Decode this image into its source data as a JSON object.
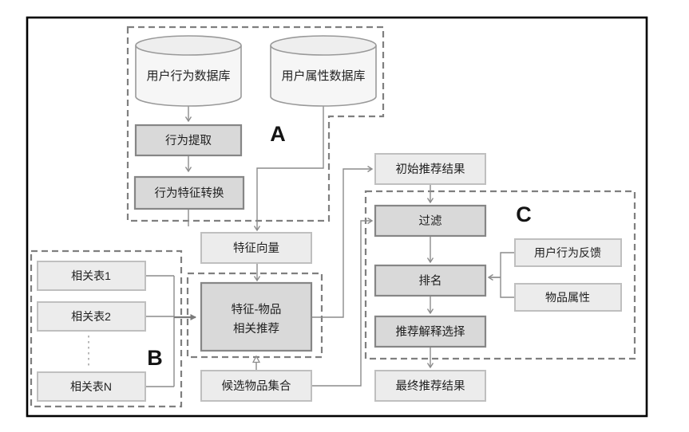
{
  "diagram": {
    "labels": {
      "a": "A",
      "b": "B",
      "c": "C"
    },
    "nodes": {
      "user_behavior_db": "用户行为数据库",
      "user_attr_db": "用户属性数据库",
      "behavior_extract": "行为提取",
      "behavior_feature_convert": "行为特征转换",
      "feature_vector": "特征向量",
      "feature_item_rec_line1": "特征-物品",
      "feature_item_rec_line2": "相关推荐",
      "related_table_1": "相关表1",
      "related_table_2": "相关表2",
      "related_table_n": "相关表N",
      "candidate_item_set": "候选物品集合",
      "initial_rec_result": "初始推荐结果",
      "filter": "过滤",
      "ranking": "排名",
      "rec_explanation_select": "推荐解释选择",
      "final_rec_result": "最终推荐结果",
      "user_behavior_feedback": "用户行为反馈",
      "item_attributes": "物品属性"
    },
    "colors": {
      "frame": "#000000",
      "dashed_group_border": "#7f7f7f",
      "connector": "#8c8c8c",
      "process_node_fill": "#d9d9d9",
      "process_node_border": "#868686",
      "data_node_fill": "#ececec",
      "data_node_border": "#bfbfbf",
      "cylinder_fill": "#f6f6f6",
      "cylinder_border": "#999999",
      "text": "#1f1f1f",
      "background": "#ffffff"
    }
  }
}
